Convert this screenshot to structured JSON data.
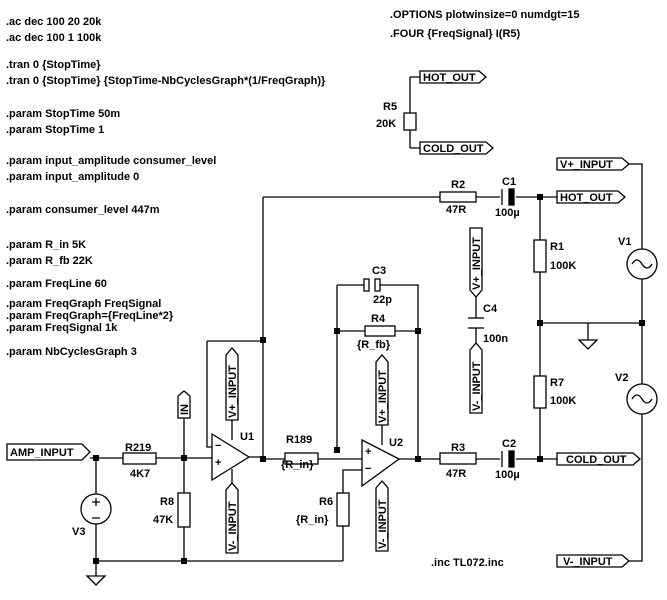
{
  "directives_left": [
    ".ac dec 100 20 20k",
    ".ac dec 100 1 100k",
    ".tran 0 {StopTime}",
    ".tran 0 {StopTime} {StopTime-NbCyclesGraph*(1/FreqGraph)}",
    ".param StopTime 50m",
    ".param StopTime 1",
    ".param input_amplitude consumer_level",
    ".param input_amplitude 0",
    ".param consumer_level 447m",
    ".param R_in 5K",
    ".param R_fb 22K",
    ".param FreqLine 60",
    ".param FreqGraph FreqSignal",
    ".param FreqGraph={FreqLine*2}",
    ".param FreqSignal 1k",
    ".param NbCyclesGraph 3"
  ],
  "directives_right": [
    ".OPTIONS plotwinsize=0 numdgt=15",
    ".FOUR {FreqSignal} I(R5)"
  ],
  "include_directive": ".inc TL072.inc",
  "ports": {
    "hot_out_top": "HOT_OUT",
    "cold_out_top": "COLD_OUT",
    "vplus_input_right": "V+_INPUT",
    "hot_out_right": "HOT_OUT",
    "cold_out_right": "COLD_OUT",
    "vminus_input_right": "V-_INPUT",
    "amp_input": "AMP_INPUT",
    "in": "IN",
    "u1_vplus": "V+_INPUT",
    "u1_vminus": "V-_INPUT",
    "u2_vplus": "V+_INPUT",
    "u2_vminus": "V-_INPUT",
    "c4_vplus": "V+_INPUT",
    "c4_vminus": "V-_INPUT"
  },
  "components": {
    "R5": {
      "name": "R5",
      "value": "20K"
    },
    "R2": {
      "name": "R2",
      "value": "47R"
    },
    "C1": {
      "name": "C1",
      "value": "100µ"
    },
    "R1": {
      "name": "R1",
      "value": "100K"
    },
    "V1": {
      "name": "V1"
    },
    "C3": {
      "name": "C3",
      "value": "22p"
    },
    "R4": {
      "name": "R4",
      "value": "{R_fb}"
    },
    "C4": {
      "name": "C4",
      "value": "100n"
    },
    "R7": {
      "name": "R7",
      "value": "100K"
    },
    "V2": {
      "name": "V2"
    },
    "U1": {
      "name": "U1"
    },
    "U2": {
      "name": "U2"
    },
    "R189": {
      "name": "R189",
      "value": "{R_in}"
    },
    "R219": {
      "name": "R219",
      "value": "4K7"
    },
    "R8": {
      "name": "R8",
      "value": "47K"
    },
    "R6": {
      "name": "R6",
      "value": "{R_in}"
    },
    "R3": {
      "name": "R3",
      "value": "47R"
    },
    "C2": {
      "name": "C2",
      "value": "100µ"
    },
    "V3": {
      "name": "V3"
    }
  }
}
